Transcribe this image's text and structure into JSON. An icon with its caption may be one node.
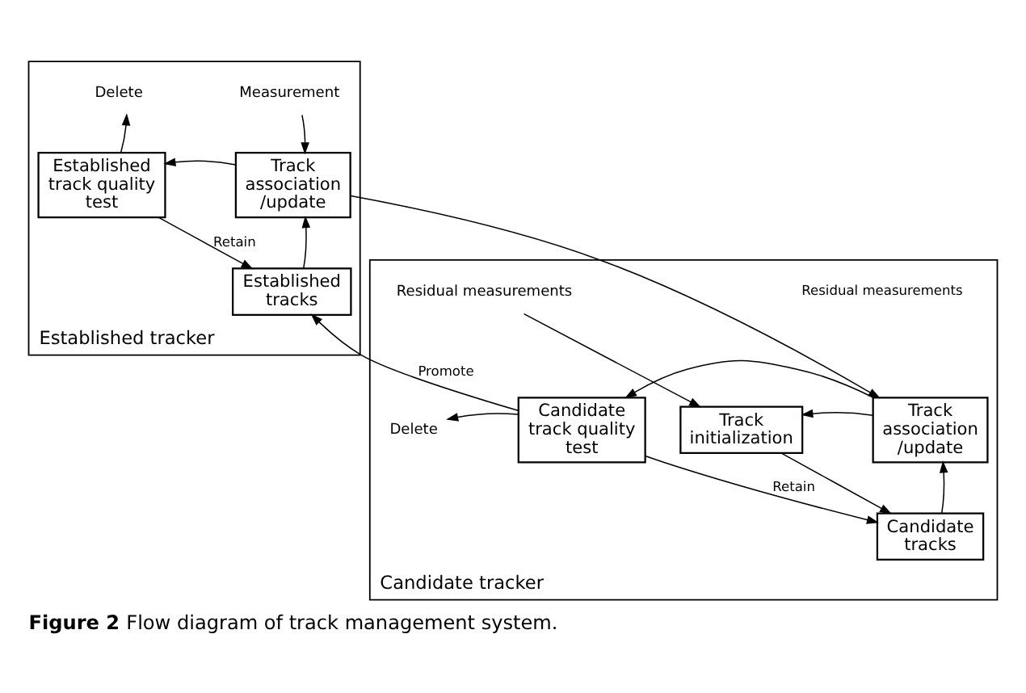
{
  "diagram": {
    "caption": "**Figure 2** Flow diagram of track management system.",
    "nodes": [
      {
        "text": [
          "Established tracker"
        ]
      },
      {
        "text": [
          "Established track quality test"
        ],
        "in": 0
      },
      {
        "text": [
          "Track association /update"
        ],
        "in": 0
      },
      {
        "text": [
          "Established tracks"
        ],
        "in": 0
      },
      {
        "text": [
          "Delete"
        ],
        "in": 0
      },
      {
        "text": [
          "Measurement"
        ],
        "in": 0
      },
      {
        "text": [
          "Candidate tracker"
        ]
      },
      {
        "text": [
          "Candidate track quality test"
        ],
        "in": 6
      },
      {
        "text": [
          "Track association /update"
        ],
        "in": 6
      },
      {
        "text": [
          "Track initialization"
        ],
        "in": 6
      },
      {
        "text": [
          "Candidate tracks"
        ],
        "in": 6
      },
      {
        "text": [
          "Delete"
        ],
        "in": 6
      },
      {
        "text": [
          "Residual measurements"
        ],
        "in": 6
      }
    ],
    "edges": [
      {
        "from": 5,
        "to": 2,
        "arrow": "to"
      },
      {
        "from": 2,
        "to": 1,
        "arrow": "to"
      },
      {
        "from": 1,
        "to": 4,
        "arrow": "to"
      },
      {
        "from": 1,
        "to": 3,
        "arrow": "to",
        "label": "Retain"
      },
      {
        "from": 3,
        "to": 2,
        "arrow": "to"
      },
      {
        "from": 2,
        "to": 8,
        "arrow": "to",
        "label": "Residual measurements"
      },
      {
        "from": 7,
        "to": 3,
        "arrow": "to",
        "label": "Promote"
      },
      {
        "from": 8,
        "to": 7,
        "arrow": "to"
      },
      {
        "from": 7,
        "to": 11,
        "arrow": "to"
      },
      {
        "from": 8,
        "to": 9,
        "arrow": "to"
      },
      {
        "from": 12,
        "to": 9,
        "arrow": "to"
      },
      {
        "from": 9,
        "to": 10,
        "arrow": "to"
      },
      {
        "from": 7,
        "to": 10,
        "arrow": "to",
        "label": "Retain"
      },
      {
        "from": 10,
        "to": 8,
        "arrow": "to"
      }
    ]
  }
}
